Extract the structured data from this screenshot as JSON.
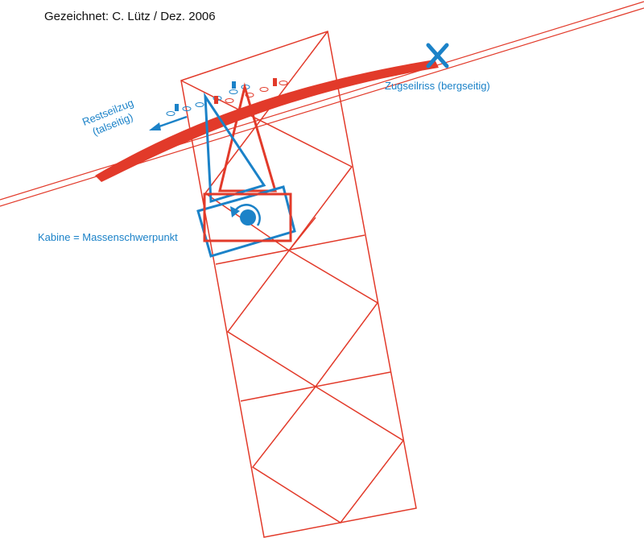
{
  "credit": "Gezeichnet: C. Lütz / Dez. 2006",
  "labels": {
    "rupture": "Zugseilriss (bergseitig)",
    "rest_line1": "Restseilzug",
    "rest_line2": "(talseitig)",
    "cabin": "Kabine = Massenschwerpunkt"
  },
  "colors": {
    "red": "#e23a2a",
    "blue": "#1b82c8",
    "text": "#111111"
  }
}
